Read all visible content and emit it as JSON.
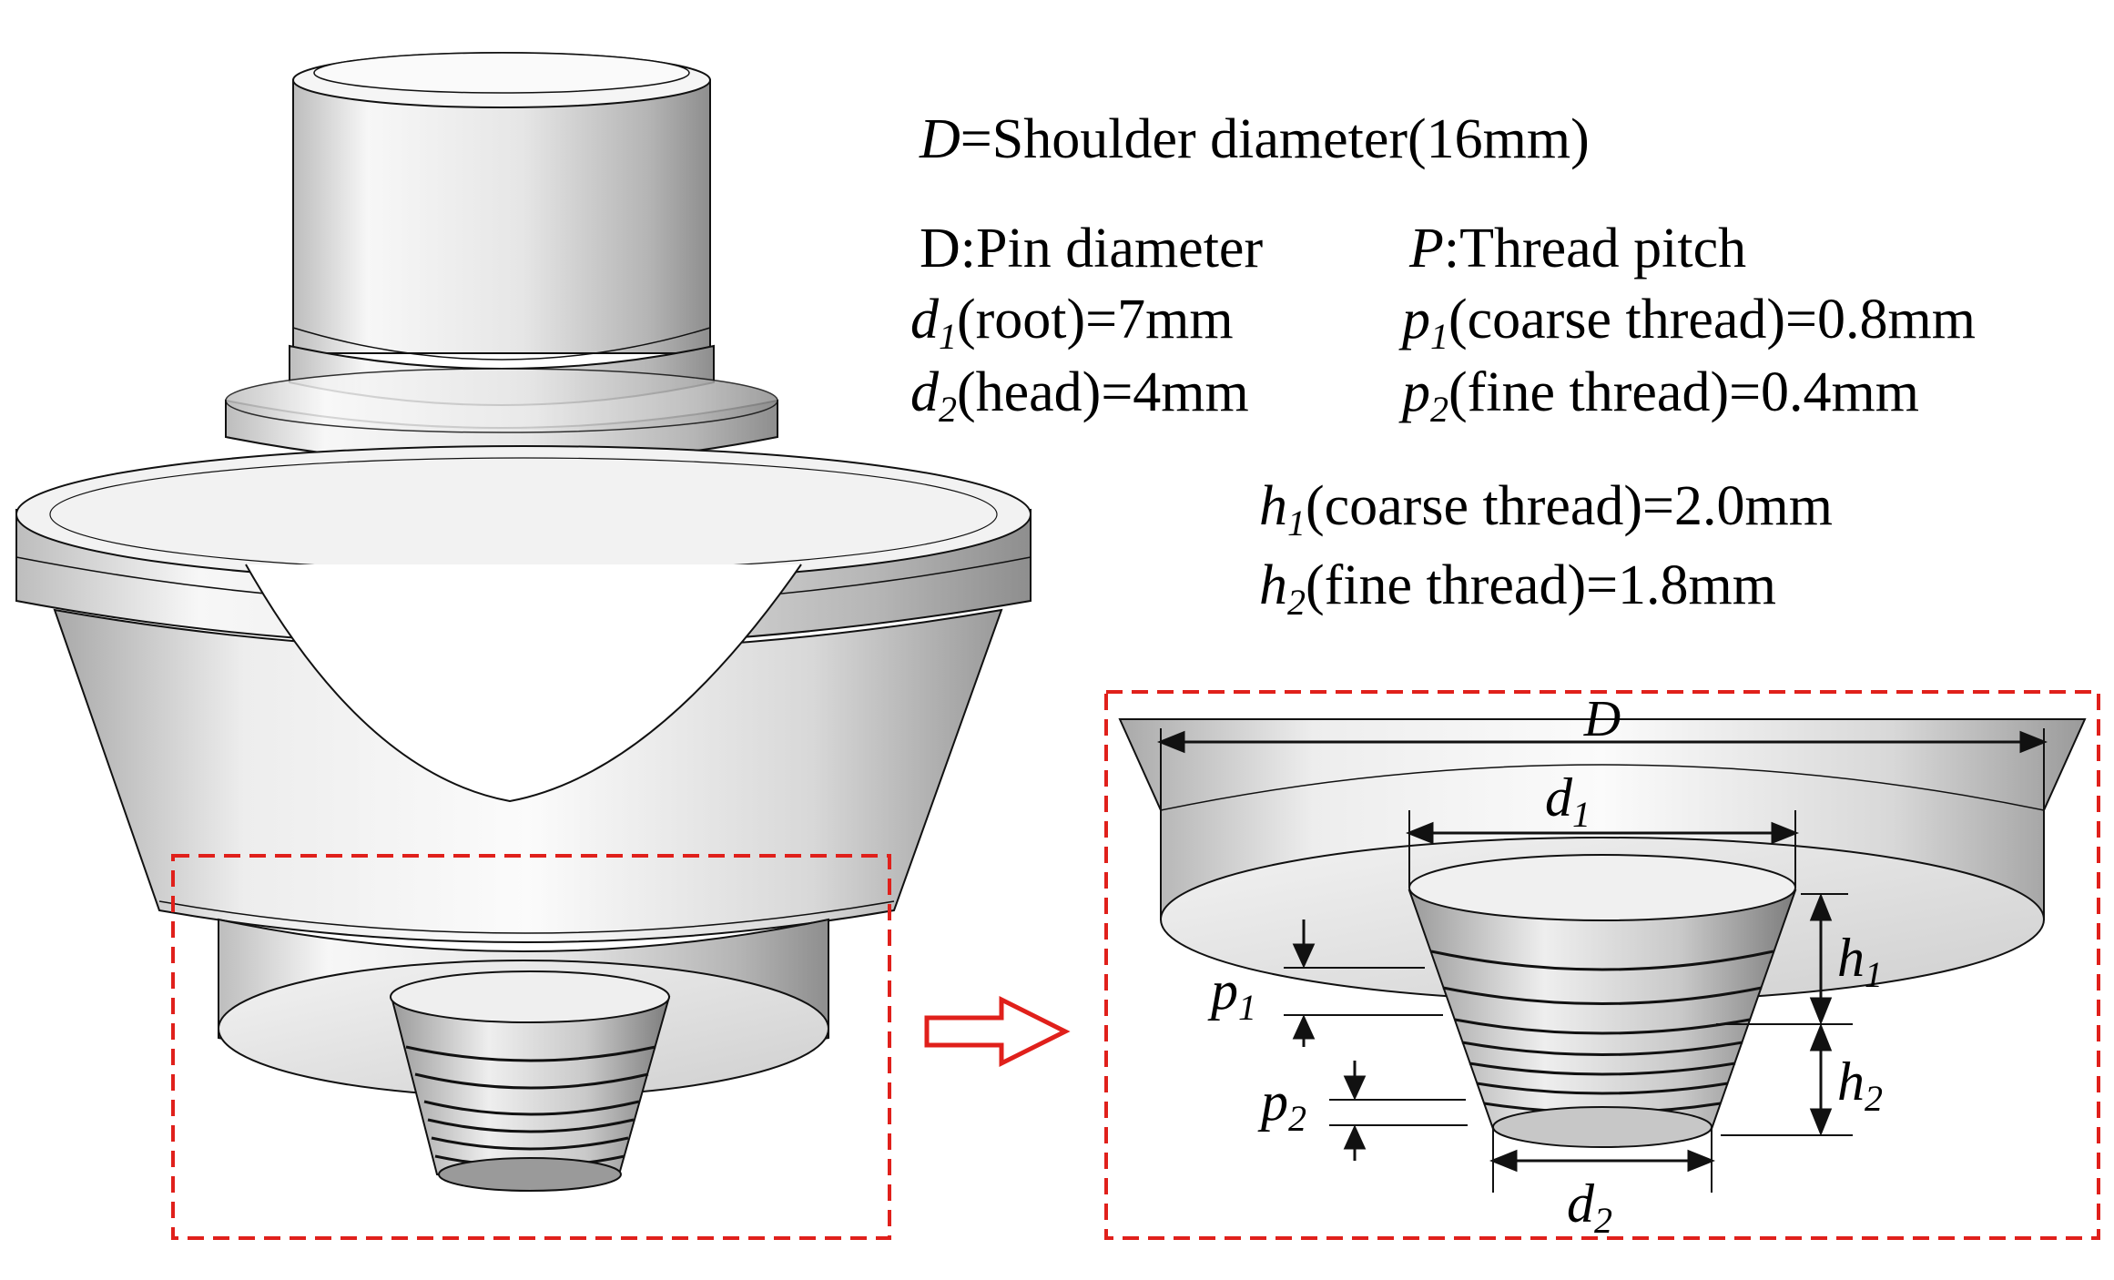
{
  "specs": {
    "shoulder": {
      "sym": "D",
      "text": "=Shoulder diameter(16mm)"
    },
    "pin_header": "D:Pin diameter",
    "d1": {
      "sym": "d",
      "sub": "1",
      "text": "(root)=7mm"
    },
    "d2": {
      "sym": "d",
      "sub": "2",
      "text": "(head)=4mm"
    },
    "pitch_header": {
      "sym": "P",
      "text": ":Thread pitch"
    },
    "p1": {
      "sym": "p",
      "sub": "1",
      "text": "(coarse thread)=0.8mm"
    },
    "p2": {
      "sym": "p",
      "sub": "2",
      "text": "(fine thread)=0.4mm"
    },
    "h1": {
      "sym": "h",
      "sub": "1",
      "text": "(coarse thread)=2.0mm"
    },
    "h2": {
      "sym": "h",
      "sub": "2",
      "text": "(fine thread)=1.8mm"
    }
  },
  "detail_labels": {
    "D": "D",
    "d1": {
      "sym": "d",
      "sub": "1"
    },
    "d2": {
      "sym": "d",
      "sub": "2"
    },
    "p1": {
      "sym": "p",
      "sub": "1"
    },
    "p2": {
      "sym": "p",
      "sub": "2"
    },
    "h1": {
      "sym": "h",
      "sub": "1"
    },
    "h2": {
      "sym": "h",
      "sub": "2"
    }
  },
  "colors": {
    "highlight_box": "#e0201b",
    "arrow": "#e0201b",
    "outline": "#111111",
    "metal_light": "#f4f4f4",
    "metal_dark": "#8a8a8a"
  }
}
